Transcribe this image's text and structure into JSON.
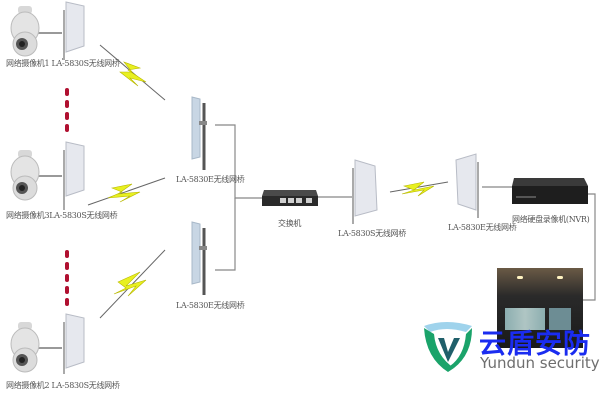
{
  "diagram": {
    "title": "",
    "nodes": {
      "camera1": {
        "label": "网络摄像机1 LA-5830S无线网桥"
      },
      "camera3": {
        "label": "网络摄像机3LA-5830S无线网桥"
      },
      "camera2": {
        "label": "网络摄像机2  LA-5830S无线网桥"
      },
      "bridge_e_top": {
        "label": "LA-5830E无线网桥"
      },
      "bridge_e_bottom": {
        "label": "LA-5830E无线网桥"
      },
      "switch": {
        "label": "交换机"
      },
      "bridge_s_mid": {
        "label": "LA-5830S无线网桥"
      },
      "bridge_e_right": {
        "label": "LA-5830E无线网桥"
      },
      "nvr": {
        "label": "网络硬盘录像机(NVR)"
      },
      "monitor_wall": {
        "label": ""
      }
    },
    "colors": {
      "wireless_bolt": "#e8f020",
      "dashed_dots": "#b01030",
      "wire": "#777777"
    }
  },
  "watermark": {
    "name_cn": "云盾安防",
    "name_en": "Yundun security",
    "colors": {
      "text_cn": "#1a2cf0",
      "shield_green": "#1aa36a",
      "shield_teal": "#1f5f6a",
      "shield_light": "#9fd3ec"
    }
  }
}
